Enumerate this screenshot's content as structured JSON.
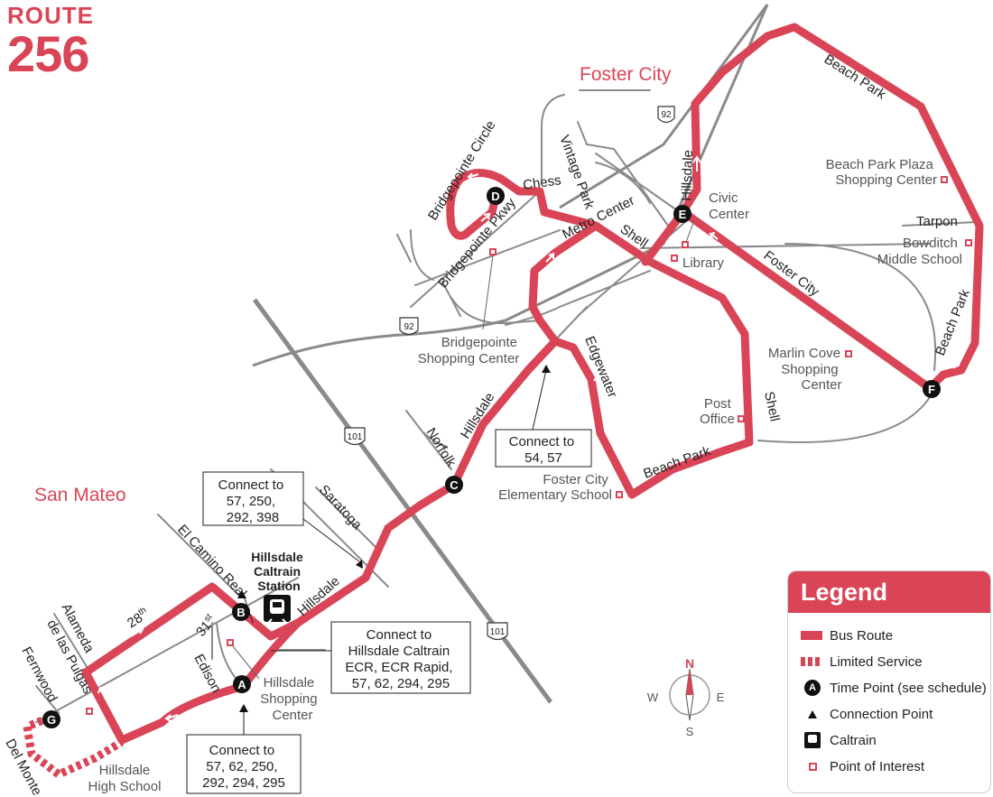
{
  "header": {
    "route_word": "ROUTE",
    "route_number": "256"
  },
  "cities": {
    "foster_city": "Foster City",
    "san_mateo": "San Mateo"
  },
  "highways": {
    "hwy92_a": "92",
    "hwy92_b": "92",
    "us101_a": "101",
    "us101_b": "101"
  },
  "streets": {
    "beach_park": "Beach Park",
    "hillsdale": "Hillsdale",
    "civic_center": "Civic\nCenter",
    "tarpon": "Tarpon",
    "foster_city": "Foster City",
    "beach_park_2": "Beach Park",
    "shell": "Shell",
    "shell_2": "Shell",
    "metro_center": "Metro Center",
    "vintage_park": "Vintage Park",
    "chess": "Chess",
    "bridgepointe_circle": "Bridgepointe Circle",
    "bridgepointe_pkwy": "Bridgepointe Pkwy",
    "edgewater": "Edgewater",
    "beach_park_3": "Beach Park",
    "hillsdale_2": "Hillsdale",
    "norfolk": "Norfolk",
    "saratoga": "Saratoga",
    "hillsdale_3": "Hillsdale",
    "el_camino_real": "El Camino Real",
    "st31": "31",
    "st31_sup": "st",
    "st28": "28",
    "st28_sup": "th",
    "alameda": "Alameda",
    "de_las_pulgas": "de las Pulgas",
    "fernwood": "Fernwood",
    "edison": "Edison",
    "del_monte": "Del Monte"
  },
  "pois": {
    "beach_park_plaza": "Beach Park Plaza\nShopping Center",
    "bowditch": "Bowditch\nMiddle School",
    "library": "Library",
    "marlin_cove": "Marlin Cove\nShopping\nCenter",
    "post_office": "Post\nOffice",
    "foster_city_elem": "Foster City\nElementary School",
    "bridgepointe_sc": "Bridgepointe\nShopping Center",
    "hillsdale_sc": "Hillsdale\nShopping\nCenter",
    "hillsdale_hs": "Hillsdale\nHigh School",
    "caltrain_station": "Hillsdale\nCaltrain\nStation"
  },
  "timepoints": {
    "A": "A",
    "B": "B",
    "C": "C",
    "D": "D",
    "E": "E",
    "F": "F",
    "G": "G"
  },
  "connect_boxes": {
    "box_54": "Connect to\n54, 57",
    "box_57_250": "Connect to\n57, 250,\n292, 398",
    "box_caltrain": "Connect to\nHillsdale Caltrain\nECR, ECR Rapid,\n57, 62, 294, 295",
    "box_57_62": "Connect to\n57, 62, 250,\n292, 294, 295"
  },
  "compass": {
    "n": "N",
    "s": "S",
    "e": "E",
    "w": "W"
  },
  "legend": {
    "title": "Legend",
    "bus_route": "Bus Route",
    "limited_service": "Limited Service",
    "time_point": "Time Point (see schedule)",
    "time_point_letter": "A",
    "connection_point": "Connection Point",
    "caltrain": "Caltrain",
    "point_of_interest": "Point of Interest"
  },
  "colors": {
    "route": "#d94557",
    "road": "#8a8a8a",
    "freeway": "#8a8a8a",
    "text": "#222222"
  },
  "icons": [
    "compass-icon",
    "caltrain-icon",
    "poi-icon",
    "timepoint-marker",
    "connection-point-icon",
    "highway-shield-icon"
  ]
}
